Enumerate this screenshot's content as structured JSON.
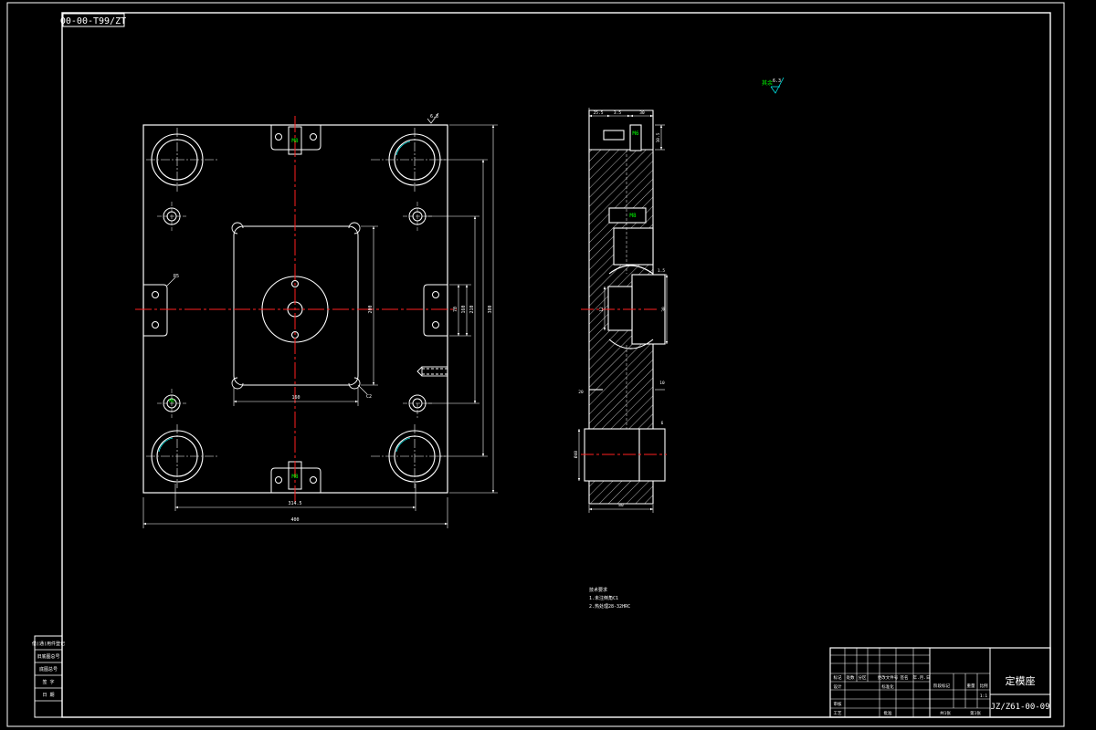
{
  "drawing": {
    "code_box": "00-00-T99/ZT",
    "roughness_top": "6.3",
    "roughness_note_prefix": "其余",
    "roughness_note_value": "6.3",
    "colors": {
      "background": "#000000",
      "line": "#ffffff",
      "center_line": "#ff2020",
      "hidden_line": "#00e5e5",
      "thread_label": "#00ff00",
      "dimension": "#ffffff"
    }
  },
  "front_view": {
    "dims": {
      "overall_width": "400",
      "bottom_inner": "314.5",
      "cavity_width": "160",
      "cavity_height": "200",
      "right_a": "70",
      "right_b": "160",
      "right_c": "210",
      "right_overall": "380",
      "chamfer_note": "R5",
      "corner_note": "C2"
    },
    "thread_labels": [
      "M8",
      "M8",
      "M6"
    ]
  },
  "side_view": {
    "dims": {
      "top_a": "25.5",
      "top_b": "3.5",
      "top_c": "30",
      "top_right": "10.5",
      "mid_right": "1.5",
      "hole_right": "30",
      "hole_left": "12",
      "lower_right": "10",
      "step_left": "20",
      "bottom_right": "6",
      "bore_left": "Ø40",
      "bottom_width": "80"
    },
    "thread_labels": [
      "M6",
      "M8"
    ]
  },
  "notes": {
    "title": "技术要求",
    "lines": [
      "1.未注倒角C1",
      "2.热处理28-32HRC"
    ]
  },
  "left_strip": {
    "cells": [
      "借(通)用件登记",
      "旧底图总号",
      "底图总号",
      "签  字",
      "日  期"
    ]
  },
  "title_block": {
    "part_name": "定模座",
    "drawing_number": "JZ/Z61-00-09",
    "row_headers": [
      "标记",
      "处数",
      "分区",
      "更改文件号",
      "签名",
      "年.月.日"
    ],
    "row_labels": [
      "设计",
      "标准化",
      "审核",
      "工艺",
      "批准"
    ],
    "stage_labels": [
      "阶段标记",
      "重量",
      "比例"
    ],
    "scale": "1:1",
    "sheet_info": [
      "共1张",
      "第1张"
    ]
  }
}
